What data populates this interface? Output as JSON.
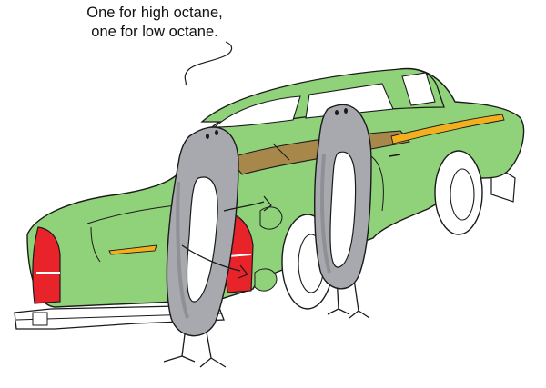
{
  "caption": {
    "line1": "One for high octane,",
    "line2": "one for low octane."
  },
  "colors": {
    "car_body": "#8fd27a",
    "car_body_dark": "#7cc468",
    "stripe": "#f2b01e",
    "interior": "#a8874a",
    "taillight": "#e8232a",
    "character_fill": "#a7a9ae",
    "character_shadow": "#7d8086",
    "outline": "#1a1a1a"
  },
  "illustration": {
    "scene": "cartoon",
    "characters": [
      "left-zero-character",
      "right-zero-character"
    ],
    "vehicle": "vintage-green-car"
  }
}
